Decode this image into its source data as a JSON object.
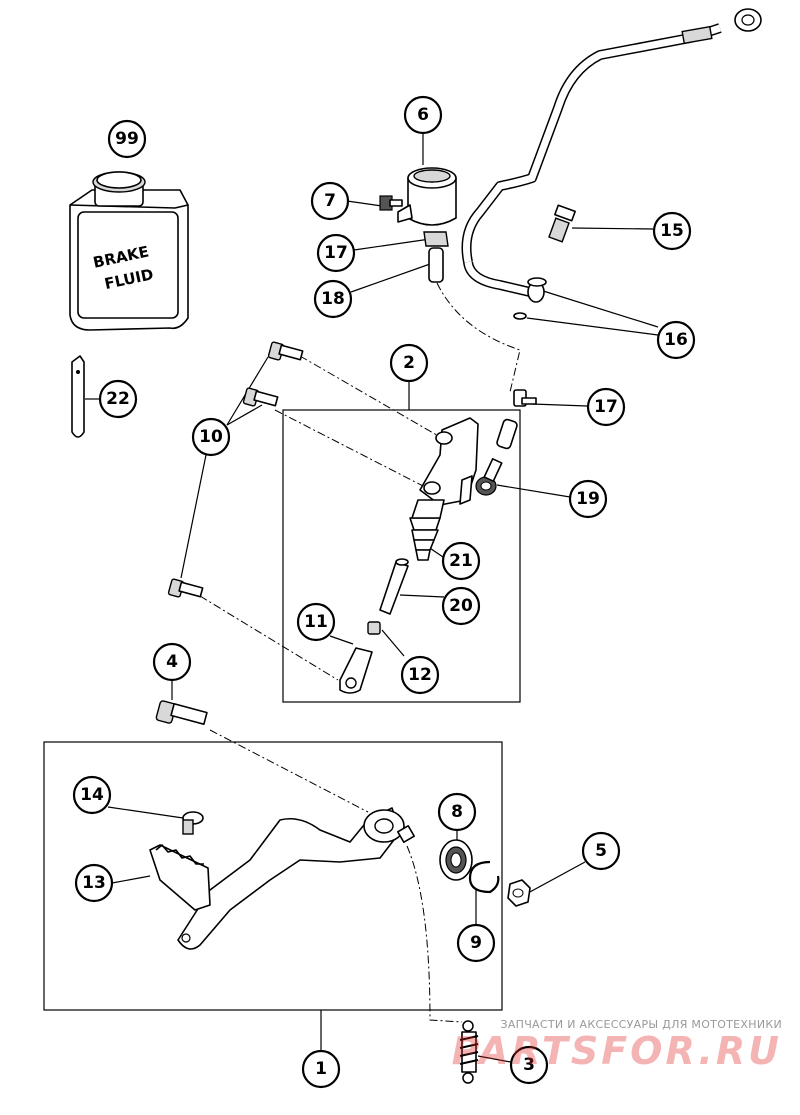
{
  "callouts": [
    {
      "label": "1"
    },
    {
      "label": "2"
    },
    {
      "label": "3"
    },
    {
      "label": "4"
    },
    {
      "label": "5"
    },
    {
      "label": "6"
    },
    {
      "label": "7"
    },
    {
      "label": "8"
    },
    {
      "label": "9"
    },
    {
      "label": "10"
    },
    {
      "label": "11"
    },
    {
      "label": "12"
    },
    {
      "label": "13"
    },
    {
      "label": "14"
    },
    {
      "label": "15"
    },
    {
      "label": "16"
    },
    {
      "label": "17"
    },
    {
      "label": "17"
    },
    {
      "label": "18"
    },
    {
      "label": "19"
    },
    {
      "label": "20"
    },
    {
      "label": "21"
    },
    {
      "label": "22"
    },
    {
      "label": "99"
    }
  ],
  "bottle": {
    "line1": "BRAKE",
    "line2": "FLUID"
  },
  "watermark": {
    "caption": "ЗАПЧАСТИ И АКСЕССУАРЫ ДЛЯ МОТОТЕХНИКИ",
    "brand": "PARTSFOR.RU"
  },
  "colors": {
    "ink": "#000000",
    "watermark": "#e12828"
  }
}
